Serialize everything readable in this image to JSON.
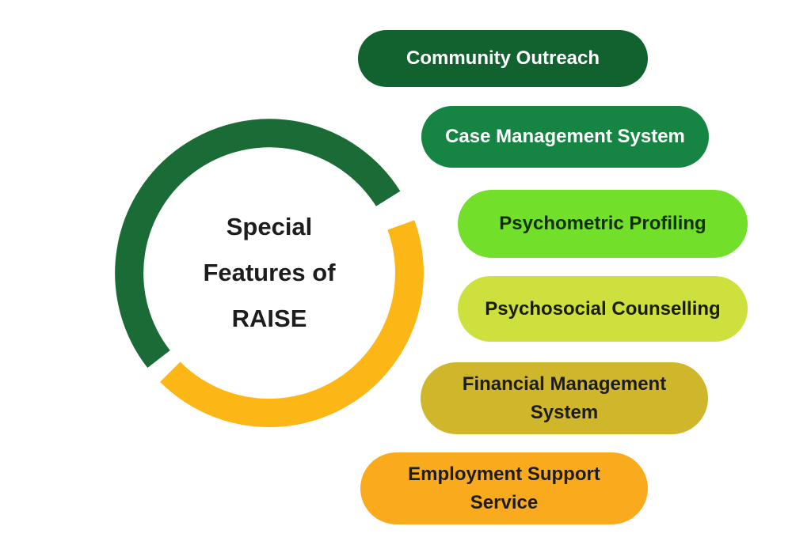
{
  "title": {
    "lines": [
      "Special",
      "Features of",
      "RAISE"
    ]
  },
  "ring": {
    "green_color": "#1a6b35",
    "yellow_color": "#fcb616"
  },
  "pills": [
    {
      "label": "Community Outreach",
      "bg": "#12622f",
      "text_color": "#ffffff"
    },
    {
      "label": "Case Management System",
      "bg": "#168442",
      "text_color": "#ffffff"
    },
    {
      "label": "Psychometric Profiling",
      "bg": "#72df2b",
      "text_color": "#143000"
    },
    {
      "label": "Psychosocial Counselling",
      "bg": "#cde03d",
      "text_color": "#1c1c00"
    },
    {
      "label": "Financial Management System",
      "bg": "#cfb62a",
      "text_color": "#1c1c1c"
    },
    {
      "label": "Employment Support Service",
      "bg": "#f9aa1d",
      "text_color": "#1c1c1c"
    }
  ]
}
